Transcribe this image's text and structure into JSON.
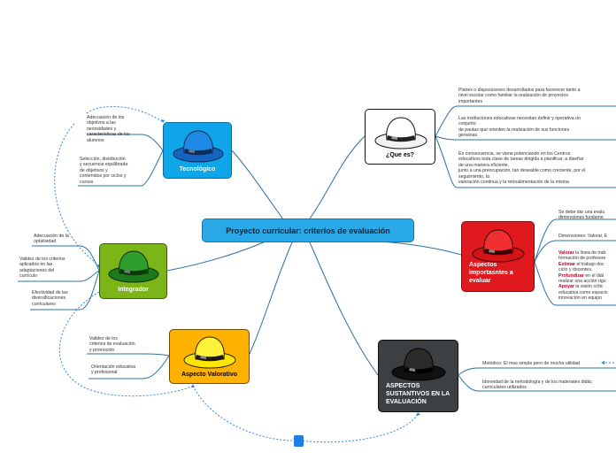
{
  "central": {
    "title": "Proyecto curricular: criterios de evaluación"
  },
  "nodes": {
    "tecnologico": {
      "label": "Tecnológico",
      "bg": "#0ea5e9",
      "hat": "#1565c0"
    },
    "que_es": {
      "label": "¿Que es?",
      "bg": "#ffffff",
      "hat": "#f5f5f5"
    },
    "integrador": {
      "label": "Integrador",
      "bg": "#7cb518",
      "hat": "#1b7a1b"
    },
    "aspectos_importantes": {
      "label": "Aspectos importasntes a evaluar",
      "bg": "#e0191f",
      "hat": "#e0191f"
    },
    "aspecto_valorativo": {
      "label": "Aspecto Valorativo",
      "bg": "#ffb300",
      "hat": "#ffe600"
    },
    "aspectos_sustantivos": {
      "label": "ASPECTOS SUSTANTIVOS EN LA EVALUACIÓN",
      "bg": "#3c4043",
      "hat": "#111111"
    }
  },
  "notes": {
    "tec_1": "Adecuación de los\nobjetivos a las\nnecesidades y\ncaracterísticas de los\nalumnos",
    "tec_2": "Selección, distribución\ny secuencia equilibrada\nde objetivos y\ncontenidos por ciclos y\ncursos",
    "que_1": "Planes o disposiciones desarrollados para favorecer tanto a\nnivel escolar como familiar la realización de proyectos\nimportantes",
    "que_2": "Las instituciones educativas necesitan definir y operativa un\nconjunto\nde pautas que orienten la realización de sus funciones\ngenuinas",
    "que_3": "En consecuencia, se viene potenciando en los Centros\neducativos toda clase de tareas dirigida a planificar, a diseñar\nde una manera eficiente,\njunto a una preocupación, tan deseable como creciente, por el\nseguimiento, la\nvaloración continua y la retroalimentación de la misma",
    "int_1": "Adecuación de la\noptatividad",
    "int_2": "Validez de los criterios\naplicados en las\nadaptaciones del\ncurrículo",
    "int_3": "Efectividad de las\ndiversificaciones\ncurriculares",
    "imp_1": "Se debe dar una evalu\ndimensiones fundame",
    "imp_2": "Dimensiones: Valorar, E",
    "imp_3_k1": "Valorar",
    "imp_3_t1": " la línea de trab",
    "imp_3_t1b": "formación de profesore",
    "imp_3_k2": "Estimar",
    "imp_3_t2": " el trabajo doc",
    "imp_3_t2b": "ciclo y docentes.",
    "imp_3_k3": "Profundizar",
    "imp_3_t3": " en el diál",
    "imp_3_t3b": "realizar una acción rigu",
    "imp_3_k4": "Apoyar",
    "imp_3_t4": " la visión crític",
    "imp_3_t4b": "educativa como espacio",
    "imp_3_t4c": "innovación en equipo",
    "val_1": "Validez de los\ncriterios de evaluación\ny promoción",
    "val_2": "Orientación educativa\ny profesional",
    "sus_1": "Metódico: El mas simple pero de mucha utilidad",
    "sus_2": "Idoneidad de la metodología y de los materiales didác\ncurriculares utilizados"
  },
  "colors": {
    "connector": "#2c6fa3",
    "dotted_link": "#2e86de",
    "note_underline": "#2c6fa3"
  }
}
